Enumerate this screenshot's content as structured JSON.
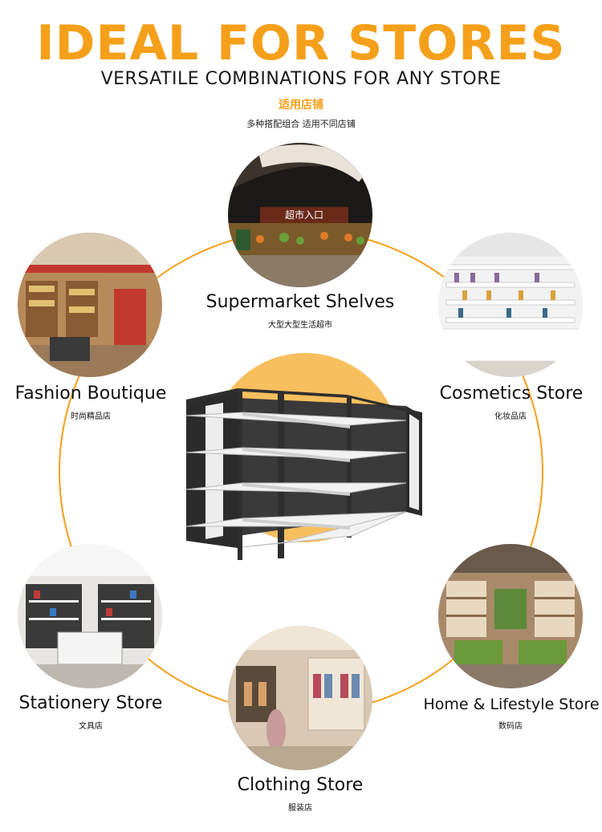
{
  "header": {
    "title": "IDEAL FOR STORES",
    "subtitle": "VERSATILE COMBINATIONS FOR ANY STORE",
    "cn_title": "适用店铺",
    "cn_subtitle": "多种搭配组合  适用不同店铺"
  },
  "stores": [
    {
      "label": "Supermarket Shelves",
      "cn": "大型大型生活超市"
    },
    {
      "label": "Fashion Boutique",
      "cn": "时尚精品店"
    },
    {
      "label": "Cosmetics Store",
      "cn": "化妆品店"
    },
    {
      "label": "Stationery Store",
      "cn": "文具店"
    },
    {
      "label": "Home & Lifestyle Store",
      "cn": "数码店"
    },
    {
      "label": "Clothing Store",
      "cn": "服装店"
    }
  ],
  "colors": {
    "accent": "#f5a01a",
    "center": "#f8bf5e"
  },
  "photo_signs": {
    "supermarket": "超市入口"
  }
}
